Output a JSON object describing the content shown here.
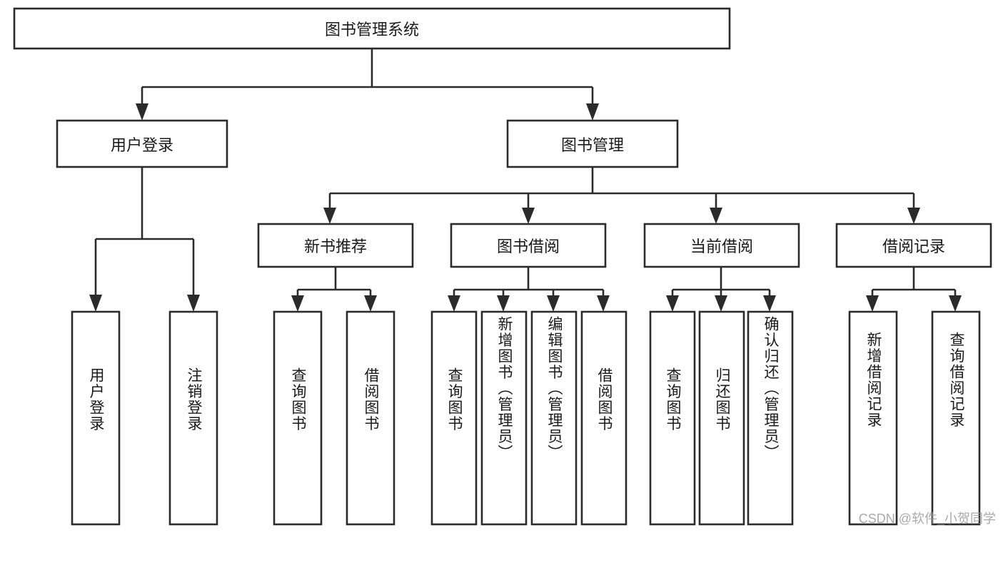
{
  "diagram": {
    "title": "图书管理系统",
    "type": "tree",
    "root": {
      "id": "root",
      "label": "图书管理系统",
      "orientation": "horizontal"
    },
    "level1": [
      {
        "id": "user-login",
        "label": "用户登录",
        "orientation": "horizontal"
      },
      {
        "id": "book-manage",
        "label": "图书管理",
        "orientation": "horizontal"
      }
    ],
    "level2": [
      {
        "id": "new-book-recommend",
        "label": "新书推荐",
        "parent": "book-manage",
        "orientation": "horizontal"
      },
      {
        "id": "book-borrow",
        "label": "图书借阅",
        "parent": "book-manage",
        "orientation": "horizontal"
      },
      {
        "id": "current-borrow",
        "label": "当前借阅",
        "parent": "book-manage",
        "orientation": "horizontal"
      },
      {
        "id": "borrow-record",
        "label": "借阅记录",
        "parent": "book-manage",
        "orientation": "horizontal"
      }
    ],
    "leaves": [
      {
        "id": "leaf-user-login",
        "label": "用户登录",
        "parent": "user-login",
        "orientation": "vertical"
      },
      {
        "id": "leaf-logout",
        "label": "注销登录",
        "parent": "user-login",
        "orientation": "vertical"
      },
      {
        "id": "leaf-query-book-1",
        "label": "查询图书",
        "parent": "new-book-recommend",
        "orientation": "vertical"
      },
      {
        "id": "leaf-borrow-book-1",
        "label": "借阅图书",
        "parent": "new-book-recommend",
        "orientation": "vertical"
      },
      {
        "id": "leaf-query-book-2",
        "label": "查询图书",
        "parent": "book-borrow",
        "orientation": "vertical"
      },
      {
        "id": "leaf-add-book",
        "label": "新增图书（管理员）",
        "parent": "book-borrow",
        "orientation": "vertical"
      },
      {
        "id": "leaf-edit-book",
        "label": "编辑图书（管理员）",
        "parent": "book-borrow",
        "orientation": "vertical"
      },
      {
        "id": "leaf-borrow-book-2",
        "label": "借阅图书",
        "parent": "book-borrow",
        "orientation": "vertical"
      },
      {
        "id": "leaf-query-book-3",
        "label": "查询图书",
        "parent": "current-borrow",
        "orientation": "vertical"
      },
      {
        "id": "leaf-return-book",
        "label": "归还图书",
        "parent": "current-borrow",
        "orientation": "vertical"
      },
      {
        "id": "leaf-confirm-return",
        "label": "确认归还（管理员）",
        "parent": "current-borrow",
        "orientation": "vertical"
      },
      {
        "id": "leaf-add-record",
        "label": "新增借阅记录",
        "parent": "borrow-record",
        "orientation": "vertical"
      },
      {
        "id": "leaf-query-record",
        "label": "查询借阅记录",
        "parent": "borrow-record",
        "orientation": "vertical"
      }
    ],
    "colors": {
      "stroke": "#2b2b2b",
      "fill": "#ffffff",
      "text": "#1a1a1a",
      "background": "#ffffff",
      "watermark": "#9c9c9c"
    }
  },
  "watermark": {
    "text": "CSDN @软件_小贺同学"
  }
}
